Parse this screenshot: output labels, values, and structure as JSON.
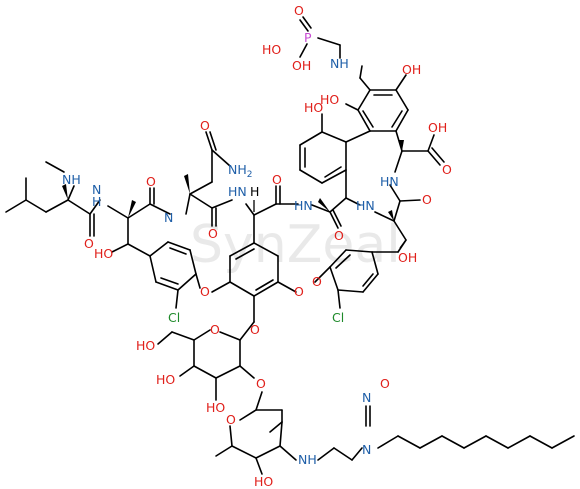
{
  "watermark": "SynZeal",
  "colors": {
    "oxygen": "#e0201b",
    "nitrogen": "#1f5fa8",
    "chlorine": "#1e8a2a",
    "phosphorus": "#c74bd2",
    "carbon_bonds": "#000000"
  },
  "labels": {
    "p_head": "P",
    "p_oxo": "O",
    "p_oh1": "HO",
    "p_oh2": "OH",
    "nh_link": "NH",
    "oh_top": "OH",
    "ho_a": "HO",
    "ho_b": "HO",
    "cooh_oh": "OH",
    "cooh_o": "O",
    "nh2": "NH",
    "nh2_sub": "2",
    "amide_o1": "O",
    "hn_1": "HN",
    "hn_2": "HN",
    "hn_3": "HN",
    "o_amide2": "O",
    "o_amide3": "O",
    "o_amide4": "O",
    "o_amide5": "O",
    "o_amide6": "O",
    "nh_methyl": "NH",
    "h_leu": "H",
    "o_leu": "O",
    "ho_side": "HO",
    "cl_left": "Cl",
    "cl_right": "Cl",
    "o_ether1": "O",
    "o_ether2": "O",
    "o_ether3": "O",
    "o_gly": "O",
    "h_center": "H",
    "oh_beta": "OH",
    "ho_sugar1": "HO",
    "ho_sugar2": "HO",
    "ho_sugar3": "HO",
    "o_ring": "O",
    "o_link": "O",
    "o_ring2": "O",
    "nh_chain": "N",
    "nh_chain_h": "H",
    "n_nitroso": "N",
    "nitroso_n": "N",
    "nitroso_o": "O",
    "ho_bottom": "HO"
  }
}
